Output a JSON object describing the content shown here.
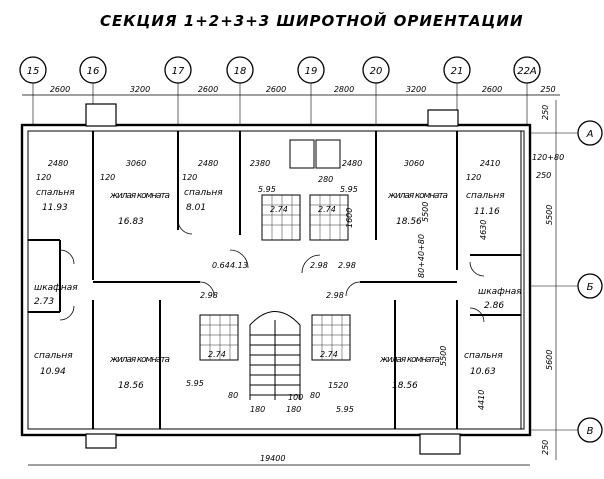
{
  "title": "СЕКЦИЯ 1+2+3+3 ШИРОТНОЙ ОРИЕНТАЦИИ",
  "axes_top": [
    "15",
    "16",
    "17",
    "18",
    "19",
    "20",
    "21",
    "22A"
  ],
  "axes_right": [
    "А",
    "Б",
    "В"
  ],
  "top_dims": [
    "2600",
    "3200",
    "2600",
    "2600",
    "2800",
    "3200",
    "2600",
    "250"
  ],
  "second_dims": [
    "2480",
    "3060",
    "2480",
    "2380",
    "2480",
    "3060",
    "2410"
  ],
  "overall_width": "19400",
  "right_dims": [
    "250",
    "5500",
    "5600",
    "250"
  ],
  "rooms": [
    {
      "name": "спальня",
      "area": "11.93"
    },
    {
      "name": "жилая комната",
      "area": "16.83"
    },
    {
      "name": "спальня",
      "area": "8.01"
    },
    {
      "name": "жилая комната",
      "area": "18.56"
    },
    {
      "name": "спальня",
      "area": "11.16"
    },
    {
      "name": "шкафная",
      "area": "2.73"
    },
    {
      "name": "шкафная",
      "area": "2.86"
    },
    {
      "name": "спальня",
      "area": "10.94"
    },
    {
      "name": "жилая комната",
      "area": "18.56"
    },
    {
      "name": "жилая комната",
      "area": "18.56"
    },
    {
      "name": "спальня",
      "area": "10.63"
    }
  ],
  "misc_labels": [
    "120",
    "120",
    "120",
    "120",
    "5.95",
    "5.95",
    "5.95",
    "5.95",
    "2.74",
    "2.74",
    "2.74",
    "2.74",
    "2.98",
    "2.98",
    "2.98",
    "2.98",
    "4.13",
    "0.64",
    "280",
    "1600",
    "1520",
    "180",
    "180",
    "80",
    "80",
    "5500",
    "4630",
    "5500",
    "4410",
    "120+80",
    "100",
    "80+40+80",
    "250"
  ]
}
